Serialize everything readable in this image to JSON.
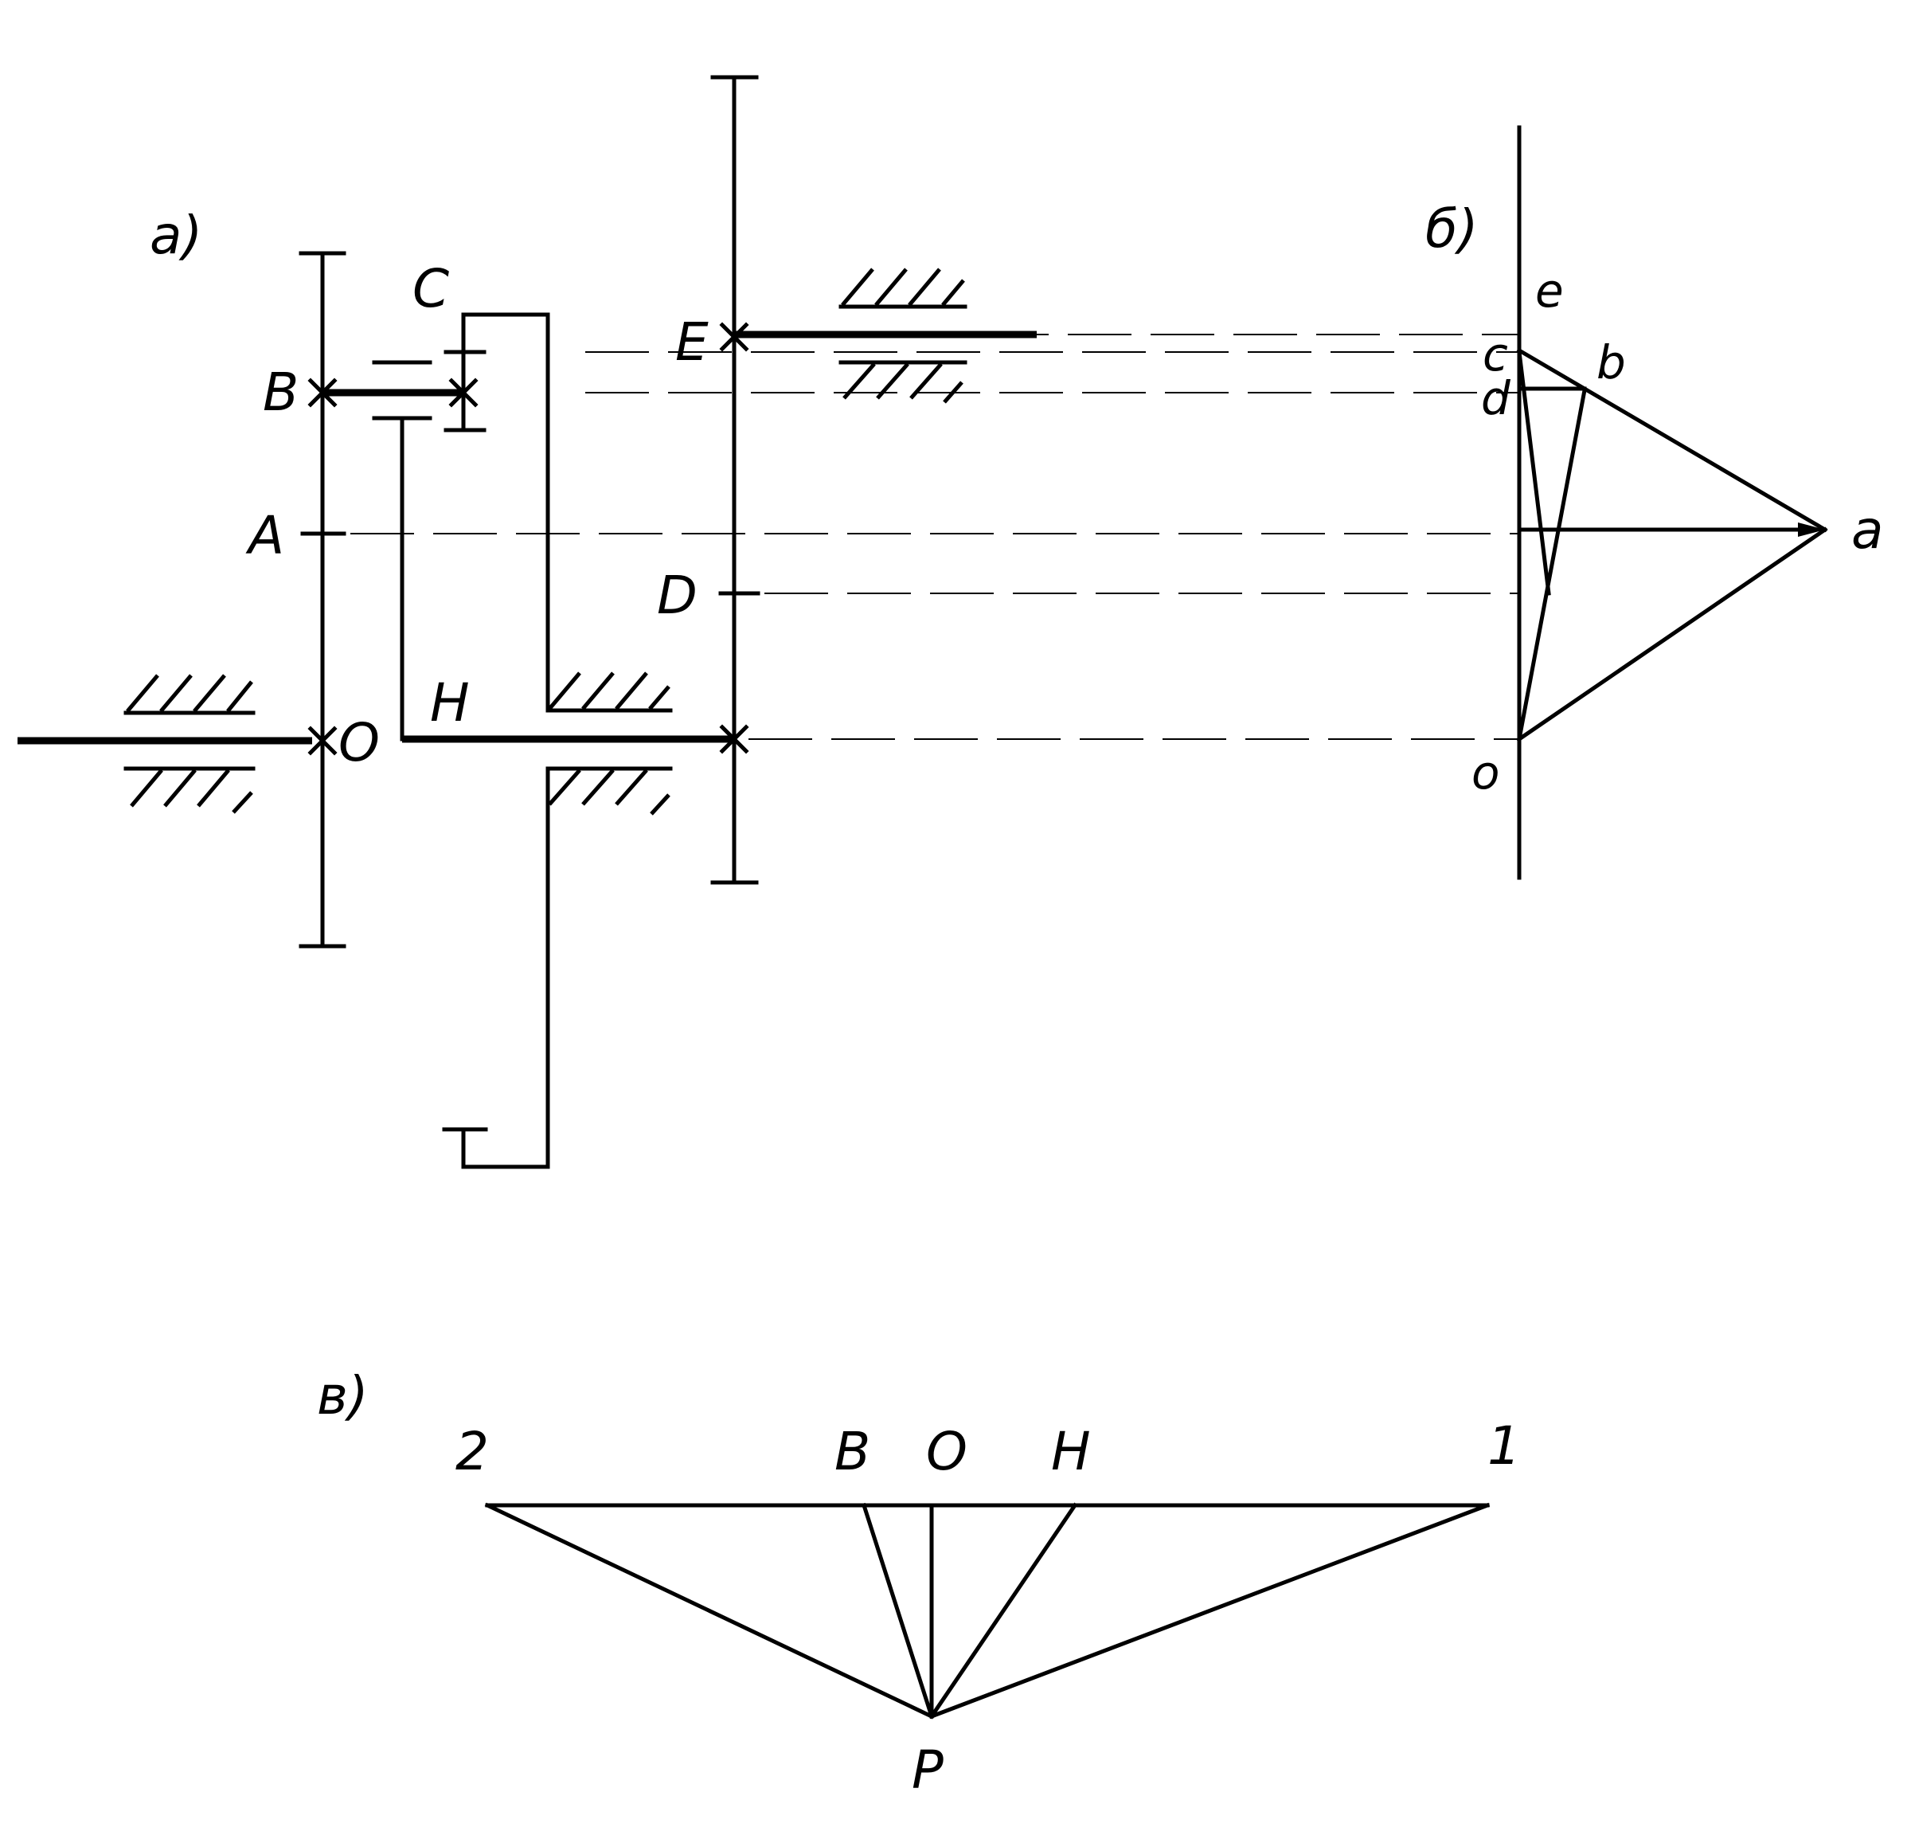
{
  "panels": {
    "a": {
      "panel_label": "a)",
      "points": {
        "B": "B",
        "C": "C",
        "A": "A",
        "E": "E",
        "D": "D",
        "O": "O",
        "H": "H"
      }
    },
    "b": {
      "panel_label": "б)",
      "points": {
        "e": "e",
        "c": "c",
        "b": "b",
        "d": "d",
        "a": "a",
        "o": "o"
      }
    },
    "c": {
      "panel_label": "в)",
      "points": {
        "2": "2",
        "B": "B",
        "O": "O",
        "H": "H",
        "1": "1",
        "P": "P"
      }
    }
  },
  "colors": {
    "ink": "#000000",
    "paper": "#ffffff"
  }
}
